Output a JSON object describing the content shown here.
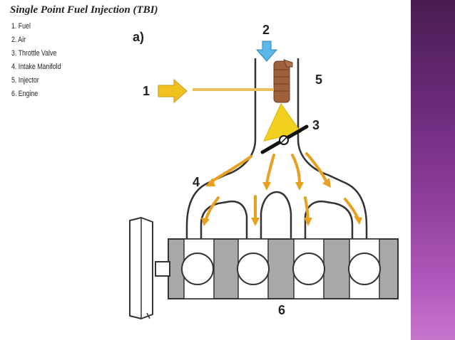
{
  "legend": {
    "title": "Single Point Fuel Injection (TBI)",
    "items": [
      "1. Fuel",
      "2. Air",
      "3. Throttle Valve",
      "4. Intake Manifold",
      "5. Injector",
      "6. Engine"
    ]
  },
  "diagram": {
    "panel_label": "a)",
    "callouts": [
      "1",
      "2",
      "3",
      "4",
      "5",
      "6"
    ]
  },
  "colors": {
    "fuel_arrow": "#f0c020",
    "air_arrow": "#5ab8e8",
    "flow_arrow": "#e8a020",
    "fuel_spray": "#f2d020",
    "injector": "#a0603a",
    "engine_block": "#a8a8a8",
    "outline": "#333333",
    "side_band": "#8f3f9c"
  }
}
